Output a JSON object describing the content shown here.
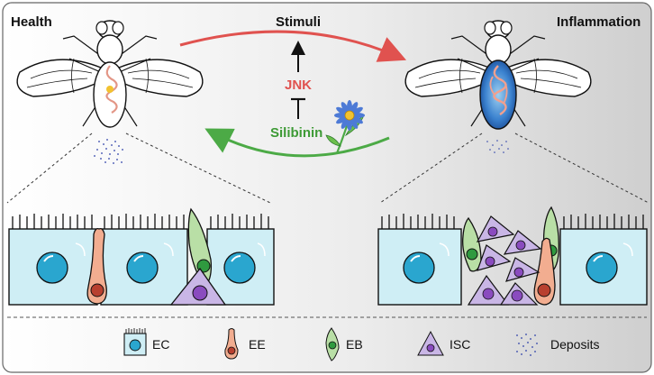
{
  "labels": {
    "health": "Health",
    "inflammation": "Inflammation",
    "stimuli": "Stimuli",
    "jnk": "JNK",
    "silibinin": "Silibinin"
  },
  "legend": [
    {
      "key": "ec",
      "label": "EC"
    },
    {
      "key": "ee",
      "label": "EE"
    },
    {
      "key": "eb",
      "label": "EB"
    },
    {
      "key": "isc",
      "label": "ISC"
    },
    {
      "key": "deposits",
      "label": "Deposits"
    }
  ],
  "colors": {
    "ec": "#cfeef5",
    "nucleus": "#2aa6cf",
    "ee": "#f2ad90",
    "ee_nucleus": "#b8402f",
    "eb": "#b9dfa6",
    "eb_nucleus": "#2f9a3f",
    "isc": "#c9b6e6",
    "isc_nucleus": "#8a4bbf",
    "stimuli_arrow": "#e0524f",
    "silibinin_arrow": "#4caa46",
    "jnk": "#e0524f",
    "silibinin": "#3d9a35",
    "deposits": "#2b3fa8",
    "inflamed_gut": "#1f5fb0"
  },
  "icons": [
    "fly-icon",
    "flower-icon"
  ]
}
